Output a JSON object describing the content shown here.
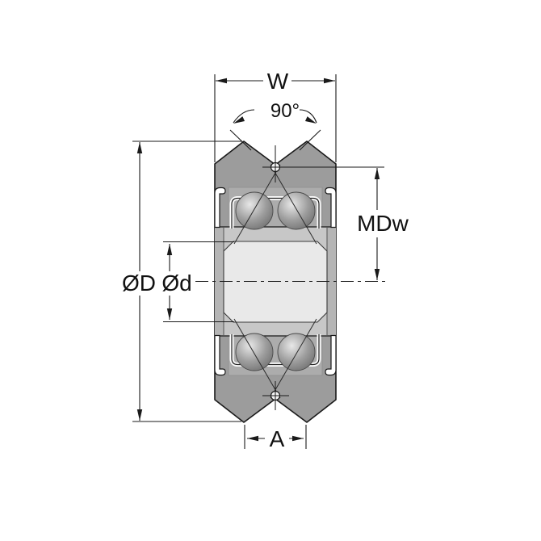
{
  "drawing": {
    "title_hidden": "",
    "labels": {
      "width": "W",
      "groove_angle": "90°",
      "middle_diameter": "MDw",
      "outer_diameter": "ØD",
      "bore_diameter": "Ød",
      "tip_width": "A"
    },
    "colors": {
      "background": "#ffffff",
      "line": "#1a1a1a",
      "body": "#9c9c9c",
      "cavity": "#acacac",
      "inner_ring": "#c7c7c7",
      "ring_face": "#b5b5b5",
      "bore": "#e9e9e9",
      "relief": "#f4f4f4",
      "seal": "#ffffff",
      "ball_highlight": "#e8e8e8",
      "ball_mid": "#9e9e9e",
      "ball_dark": "#6f6f6f"
    }
  }
}
